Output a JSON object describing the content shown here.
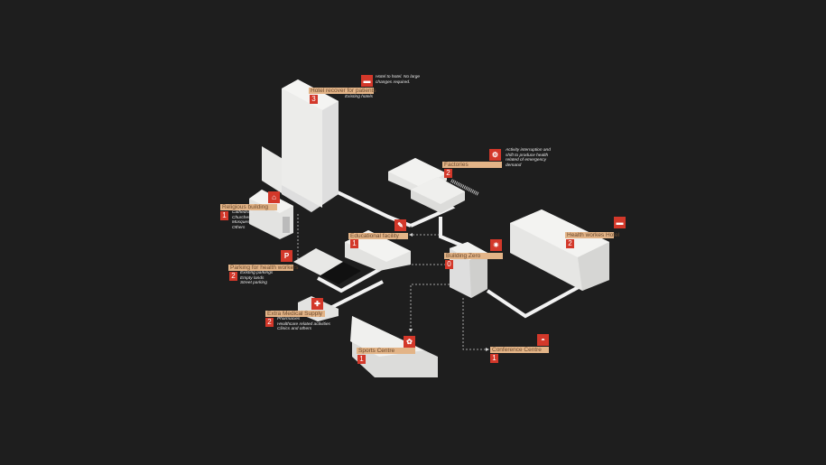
{
  "colors": {
    "background": "#1e1e1e",
    "label": "#e3b487",
    "accent": "#d3382a",
    "building": "#e6e6e4"
  },
  "places": {
    "hotel": {
      "title": "Hotel recover for patients",
      "number": "3",
      "icon": "bed-icon",
      "sub": "Existing hotels",
      "note": [
        "Hotel to hotel. No large",
        "changes required."
      ]
    },
    "factories": {
      "title": "Factories",
      "number": "2",
      "icon": "factory-icon",
      "note": [
        "Activity interruption and",
        "shift to produce health",
        "related  of emergency",
        "demand"
      ]
    },
    "religious": {
      "title": "Religious building",
      "number": "1",
      "icon": "church-icon",
      "list": [
        "Cathedrals",
        "Churches",
        "Mosques",
        "Others"
      ]
    },
    "educational": {
      "title": "Educational facility",
      "number": "1",
      "icon": "pencil-icon"
    },
    "parking": {
      "title": "Parking for health workers",
      "number": "2",
      "icon": "P",
      "list": [
        "Existing parkings",
        "Empty lands",
        "Street parking"
      ]
    },
    "medical": {
      "title": "Extra Medical Supply",
      "number": "2",
      "icon": "medical-supply-icon",
      "list": [
        "Pharmacies",
        "Healthcare related activities",
        "Clinics and others"
      ]
    },
    "zero": {
      "title": "Building Zero",
      "number": "0",
      "icon": "virus-icon"
    },
    "workers_hotel": {
      "title": "Health workes Hotel",
      "number": "2",
      "icon": "bed-icon"
    },
    "conference": {
      "title": "Conference Centre",
      "number": "1",
      "icon": "conference-icon"
    },
    "sports": {
      "title": "Sports Centre",
      "number": "1",
      "icon": "ball-icon"
    }
  }
}
